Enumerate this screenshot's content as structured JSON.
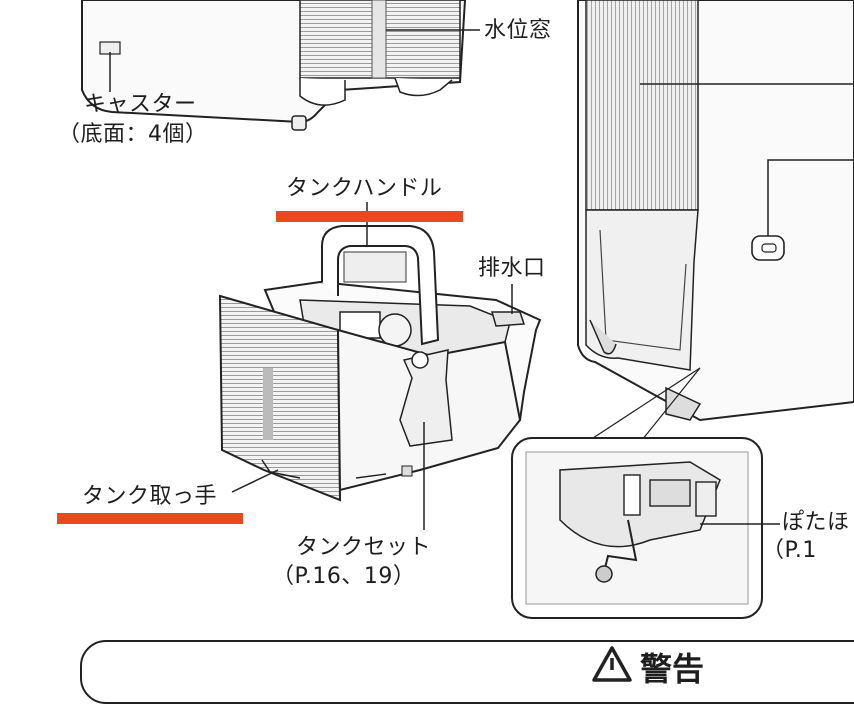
{
  "labels": {
    "water_window": "水位窓",
    "caster": "キャスター",
    "caster_note": "（底面：4個）",
    "tank_handle": "タンクハンドル",
    "drain_port": "排水口",
    "tank_grip": "タンク取っ手",
    "tank_set": "タンクセット",
    "tank_set_ref": "（P.16、19）",
    "float_cut_1": "ぽたほ",
    "float_cut_2": "（P.1"
  },
  "notice": {
    "title": "警告",
    "icon": "warning-triangle-icon"
  },
  "colors": {
    "highlight_bar": "#e84a1e",
    "line": "#222222",
    "panel": "#f4f4f4"
  }
}
